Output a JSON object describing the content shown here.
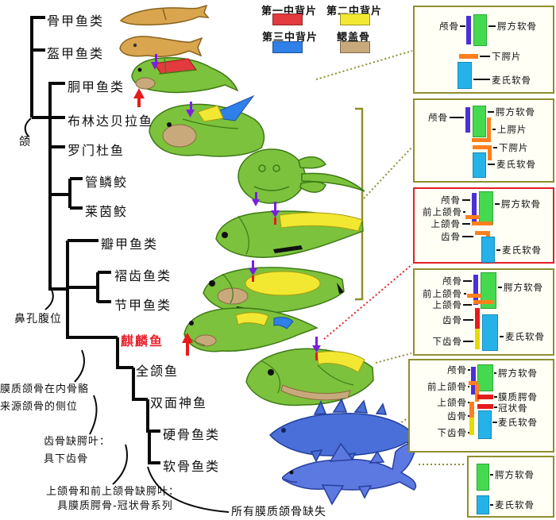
{
  "legend": {
    "items": [
      {
        "label": "第一中背片",
        "color": "#e23a3e"
      },
      {
        "label": "第二中背片",
        "color": "#f2e832"
      },
      {
        "label": "第三中背片",
        "color": "#2f80e8"
      },
      {
        "label": "鳃盖骨",
        "color": "#c8a97c"
      }
    ]
  },
  "tree": {
    "taxa": [
      {
        "label": "骨甲鱼类"
      },
      {
        "label": "盔甲鱼类"
      },
      {
        "label": "胴甲鱼类"
      },
      {
        "label": "布林达贝拉鱼"
      },
      {
        "label": "罗门杜鱼"
      },
      {
        "label": "管鳞鲛"
      },
      {
        "label": "莱茵鲛"
      },
      {
        "label": "瓣甲鱼类"
      },
      {
        "label": "褶齿鱼类"
      },
      {
        "label": "节甲鱼类"
      },
      {
        "label": "麒麟鱼",
        "highlight": "red"
      },
      {
        "label": "全颌鱼"
      },
      {
        "label": "双面神鱼"
      },
      {
        "label": "硬骨鱼类"
      },
      {
        "label": "软骨鱼类"
      }
    ],
    "annotations": {
      "jaw": "颌",
      "ventral_nostril": "鼻孔腹位",
      "dermal_jaw_line1": "膜质颌骨在内骨骼",
      "dermal_jaw_line2": "来源颌骨的侧位",
      "dentary_line1": "齿骨缺腭叶：",
      "dentary_line2": "具下齿骨",
      "maxilla_line1": "上颌骨和前上颌骨缺腭叶：",
      "maxilla_line2": "具膜质腭骨-冠状骨系列",
      "all_dermal_lost": "所有膜质颌骨缺失"
    }
  },
  "panels": [
    {
      "name": "antiarch-jaw",
      "border": "olive",
      "labels": {
        "cranium": "颅骨",
        "palatoquadrate": "腭方软骨",
        "lower_gnathal": "下腭片",
        "meckel": "麦氏软骨"
      }
    },
    {
      "name": "early-placoderm-jaw",
      "border": "olive",
      "labels": {
        "cranium": "颅骨",
        "palatoquadrate": "腭方软骨",
        "upper_gnathal": "上腭片",
        "lower_gnathal": "下腭片",
        "meckel": "麦氏软骨"
      }
    },
    {
      "name": "qilinyu-jaw",
      "border": "red",
      "labels": {
        "cranium": "颅骨",
        "premaxilla": "前上颌骨",
        "maxilla": "上颌骨",
        "dentary": "齿骨",
        "palatoquadrate": "腭方软骨",
        "meckel": "麦氏软骨"
      }
    },
    {
      "name": "entelognathus-jaw",
      "border": "olive",
      "labels": {
        "cranium": "颅骨",
        "premaxilla": "前上颌骨",
        "maxilla": "上颌骨",
        "dentary": "齿骨",
        "infradentary": "下齿骨",
        "palatoquadrate": "腭方软骨",
        "meckel": "麦氏软骨"
      }
    },
    {
      "name": "osteichthyan-jaw",
      "border": "olive",
      "labels": {
        "cranium": "颅骨",
        "premaxilla": "前上颌骨",
        "maxilla": "上颌骨",
        "dentary": "齿骨",
        "infradentary": "下齿骨",
        "palatoquadrate": "腭方软骨",
        "dermal_palate": "膜质腭骨",
        "coronoid": "冠状骨",
        "meckel": "麦氏软骨"
      }
    },
    {
      "name": "chondrichthyan-jaw",
      "border": "olive",
      "labels": {
        "palatoquadrate": "腭方软骨",
        "meckel": "麦氏软骨"
      }
    }
  ],
  "colors": {
    "first_median_dorsal": "#e23a3e",
    "second_median_dorsal": "#f2e832",
    "third_median_dorsal": "#2f80e8",
    "opercular": "#c8a97c",
    "fish_green": "#7cc23c",
    "fish_tan": "#d9a54f",
    "fish_blue": "#4a6fd8",
    "shark_blue": "#5b79e0",
    "bar_purple": "#4b2fd8",
    "bar_green": "#45d94f",
    "bar_cyan": "#25b2e8",
    "bar_orange": "#ff7f1e",
    "bar_red": "#e51c1c",
    "bar_yellow": "#e8da00",
    "box_border_olive": "#8f8f2e",
    "box_border_red": "#e32028",
    "highlight_red": "#e8232d",
    "arrow_purple": "#7a1fe0"
  }
}
